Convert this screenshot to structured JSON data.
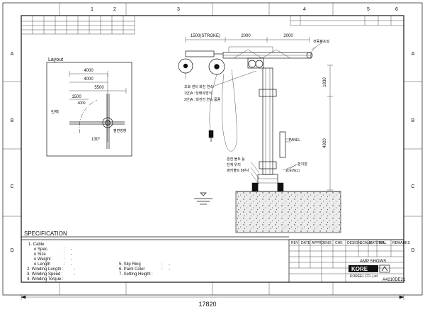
{
  "sheet": {
    "zone_cols": [
      "1",
      "2",
      "3",
      "4",
      "5",
      "6"
    ],
    "zone_rows": [
      "A",
      "B",
      "C",
      "D"
    ]
  },
  "layout_view": {
    "title": "Layout",
    "dims": [
      "4000",
      "4000",
      "5500",
      "1500",
      "4000"
    ],
    "labels": [
      "인력",
      "130°",
      "평면방향"
    ]
  },
  "elevation": {
    "dims_top": [
      "1500(STROKE)",
      "2000",
      "2000"
    ],
    "dims_right": [
      "1830",
      "4920"
    ],
    "callouts": [
      "전동펌프설",
      "조호 센터 회전 연속",
      "1안)A : 당배유방식",
      "2안)A : 회전전 연속 품종",
      "PANEL",
      "(LEVEL)",
      "펀지판",
      "판전 볼트 등",
      "전계 위치",
      "앵커볼트 8판사"
    ]
  },
  "specification": {
    "title": "SPECIFICATION",
    "items": [
      "1. Cable",
      "o Spec.",
      "o Size",
      "o Weight",
      "o Length",
      "2. Winding Length :",
      "3. Winding Speed :",
      "4. Winding Torque :"
    ],
    "colons": [
      ":",
      ":",
      ":",
      ":"
    ],
    "items_right": [
      "5. Slip Ring",
      "6. Paint Color",
      "7. Setting Height :"
    ],
    "colons_right": [
      ":",
      ":"
    ],
    "dashes": [
      "-",
      "-",
      "-",
      "-",
      "-",
      "-",
      "-",
      "-"
    ]
  },
  "title_block": {
    "part_name": "AMP SHOWS",
    "company_logo": "KORE",
    "company_name": "KOREEL CO.,Ltd.",
    "drawing_no": "A4210DE21",
    "hdr_labels": [
      "REV",
      "DATE",
      "APPRD",
      "ENG",
      "CHK",
      "DESIGN",
      "SCALE",
      "MATERIAL",
      "TOL",
      "REMARKS"
    ]
  },
  "bottom_dim": "17820"
}
